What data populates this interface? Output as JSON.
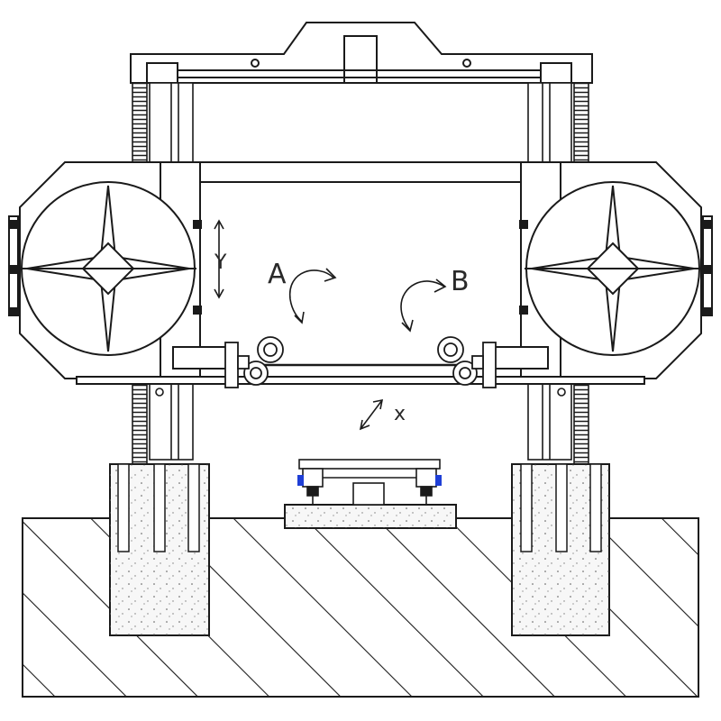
{
  "labels": {
    "a": "A",
    "b": "B",
    "y": "Y",
    "x": "x"
  },
  "colors": {
    "line": "#1a1a1a",
    "concrete_fill": "#f5f5f5",
    "hatch": "#1a1a1a",
    "accent_blue": "#1f3fd6"
  }
}
